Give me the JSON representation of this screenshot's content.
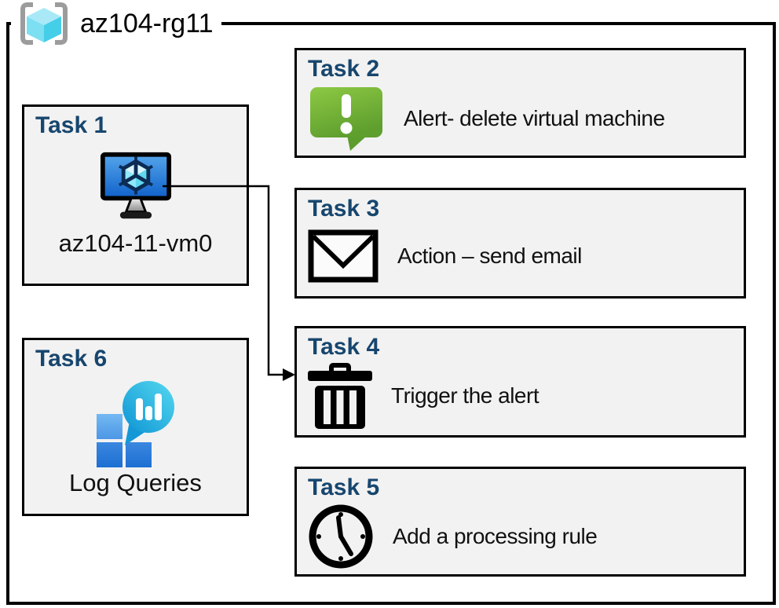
{
  "header": {
    "title": "az104-rg11",
    "icon": "resource-group-icon"
  },
  "tasks": {
    "task1": {
      "label": "Task 1",
      "icon": "virtual-machine-icon",
      "text": "az104-11-vm0"
    },
    "task2": {
      "label": "Task 2",
      "icon": "alert-speech-bubble-icon",
      "text": "Alert- delete virtual machine"
    },
    "task3": {
      "label": "Task 3",
      "icon": "email-envelope-icon",
      "text": "Action – send email"
    },
    "task4": {
      "label": "Task 4",
      "icon": "trash-can-icon",
      "text": "Trigger the alert"
    },
    "task5": {
      "label": "Task 5",
      "icon": "clock-icon",
      "text": "Add a processing rule"
    },
    "task6": {
      "label": "Task 6",
      "icon": "log-analytics-icon",
      "text": "Log Queries"
    }
  },
  "connector": {
    "from": "task1-virtual-machine",
    "to": "task4"
  },
  "colors": {
    "heading_blue": "#17466E",
    "box_fill": "#F2F2F2",
    "border_black": "#000000",
    "alert_green": "#7DBE3C",
    "vm_screen_blue": "#2E7FD9",
    "log_balloon_teal": "#2BB3DC",
    "cube_cyan": "#7CDFF2",
    "bracket_gray": "#9C9C9C"
  }
}
